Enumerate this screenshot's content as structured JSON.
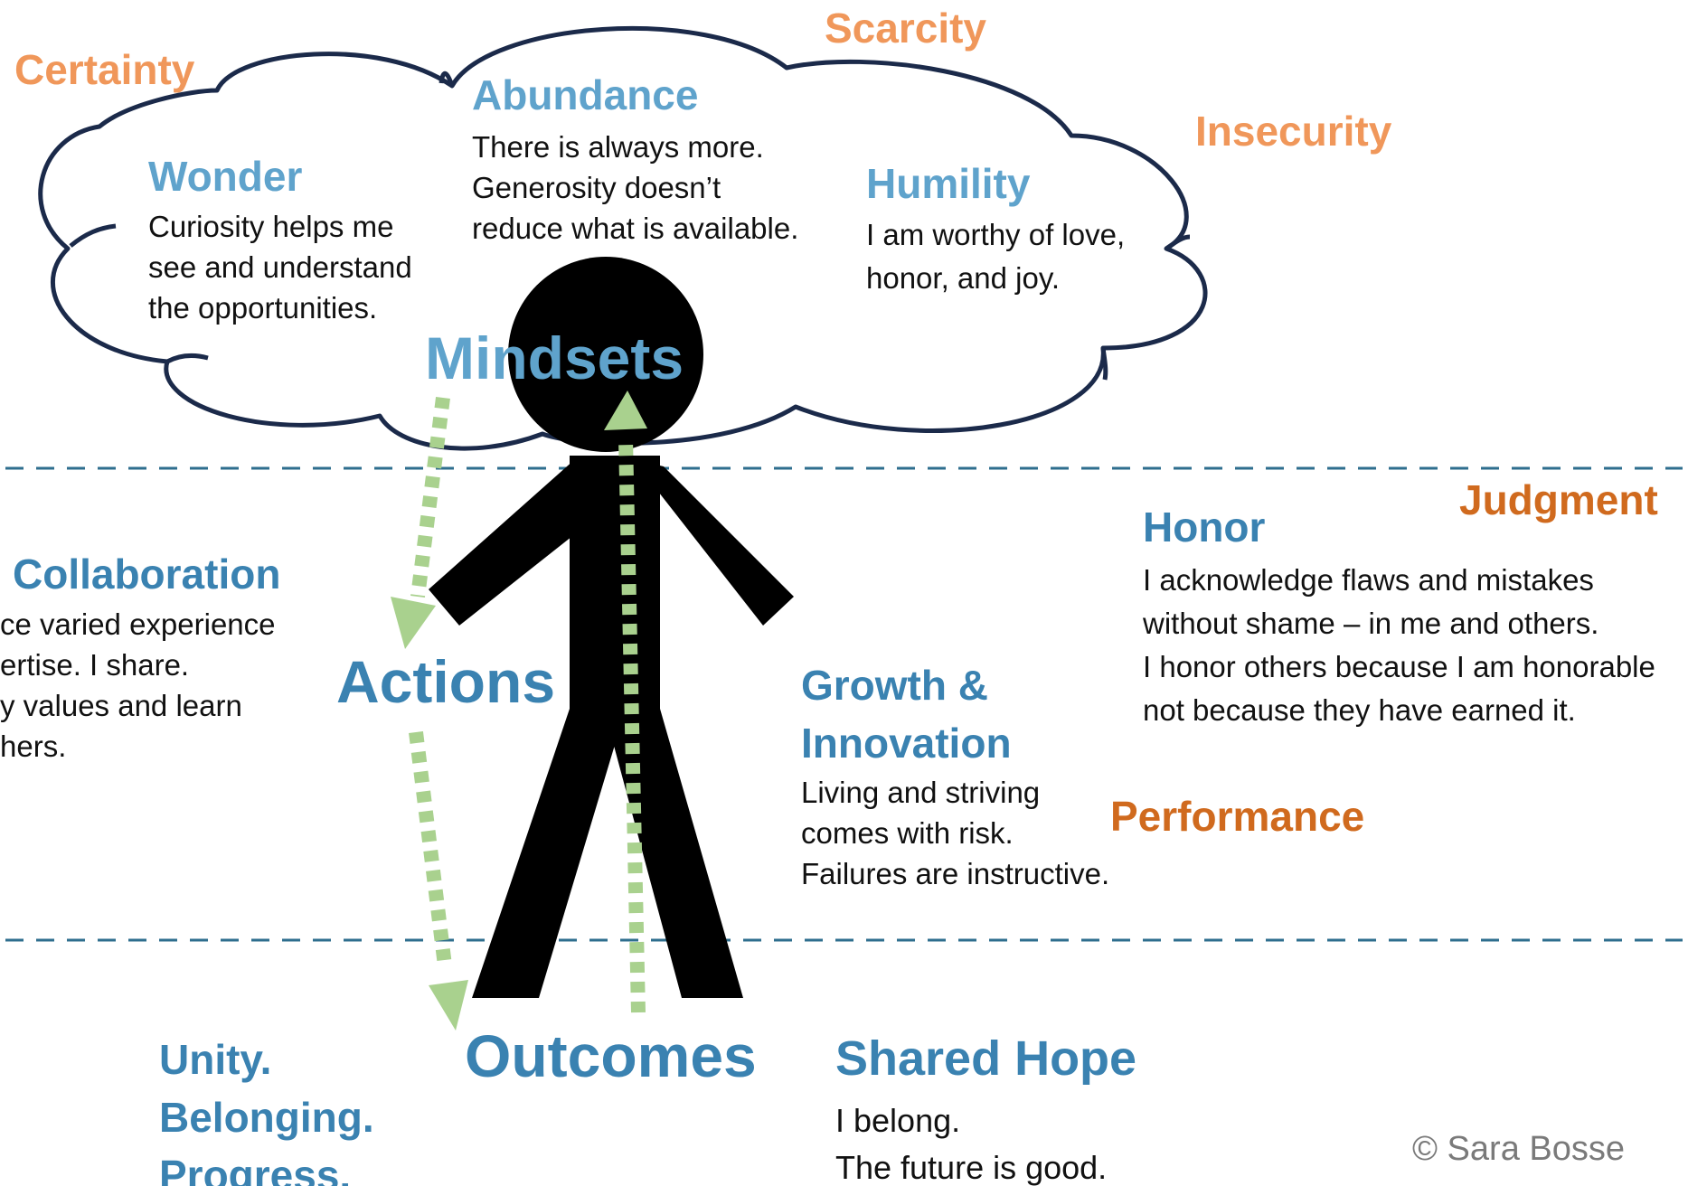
{
  "colors": {
    "orange": "#F0975A",
    "dark_orange": "#D06A1E",
    "light_blue": "#5FA3CC",
    "blue": "#3A82B1",
    "cloud_stroke": "#1B2A4A",
    "divider": "#2E6E8E",
    "arrow_green": "#A9D18E",
    "figure": "#000000"
  },
  "cloud": {
    "outer_words": {
      "certainty": "Certainty",
      "scarcity": "Scarcity",
      "insecurity": "Insecurity"
    },
    "abundance": {
      "title": "Abundance",
      "lines": [
        "There is always more.",
        "Generosity doesn’t",
        "reduce what is available."
      ]
    },
    "wonder": {
      "title": "Wonder",
      "lines": [
        "Curiosity helps me",
        "see and understand",
        "the opportunities."
      ]
    },
    "humility": {
      "title": "Humility",
      "lines": [
        "I am worthy of love,",
        "honor, and joy."
      ]
    },
    "label": "Mindsets"
  },
  "actions": {
    "label": "Actions",
    "collaboration": {
      "title": "Collaboration",
      "lines": [
        "ce varied experience",
        "ertise. I share.",
        "y values and learn",
        "hers."
      ]
    },
    "growth": {
      "title_lines": [
        "Growth &",
        "Innovation"
      ],
      "lines": [
        "Living and striving",
        "comes with risk.",
        "Failures are instructive."
      ]
    },
    "honor": {
      "title": "Honor",
      "lines": [
        "I acknowledge flaws and mistakes",
        "without shame – in me and others.",
        "I honor others because I am honorable",
        "not because they have earned it."
      ]
    },
    "judgment": "Judgment",
    "performance": "Performance"
  },
  "outcomes": {
    "label": "Outcomes",
    "unity_lines": [
      "Unity.",
      "Belonging.",
      "Progress."
    ],
    "shared_hope": {
      "title": "Shared Hope",
      "lines": [
        "I belong.",
        "The future is good."
      ]
    }
  },
  "copyright": "© Sara Bosse"
}
